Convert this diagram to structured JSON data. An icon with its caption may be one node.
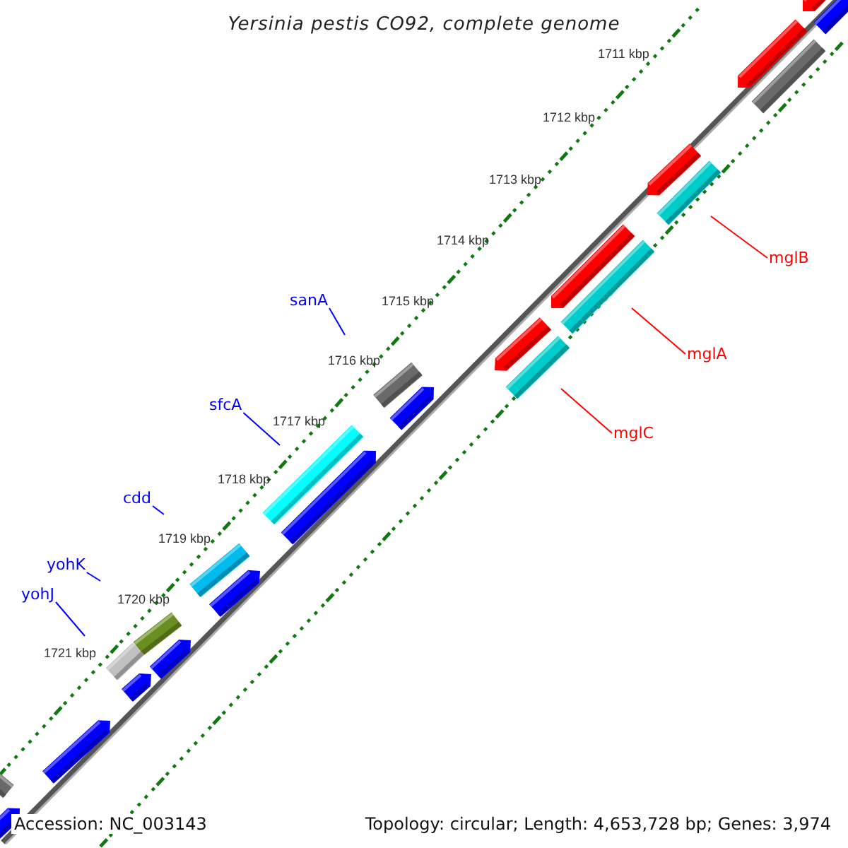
{
  "diagram": {
    "title": "Yersinia pestis CO92, complete genome",
    "nodes": [
      {
        "text": [
          "sanA"
        ]
      },
      {
        "text": [
          "sfcA"
        ]
      },
      {
        "text": [
          "cdd"
        ]
      },
      {
        "text": [
          "yohK"
        ]
      },
      {
        "text": [
          "yohJ"
        ]
      },
      {
        "text": [
          "mglB"
        ]
      },
      {
        "text": [
          "mglA"
        ]
      },
      {
        "text": [
          "mglC"
        ]
      }
    ],
    "edges": [
      {
        "from": 0,
        "to": null,
        "arrow": "none"
      },
      {
        "from": 1,
        "to": null,
        "arrow": "none"
      },
      {
        "from": 2,
        "to": null,
        "arrow": "none"
      },
      {
        "from": 3,
        "to": null,
        "arrow": "none"
      },
      {
        "from": 4,
        "to": null,
        "arrow": "none"
      },
      {
        "from": 5,
        "to": null,
        "arrow": "none",
        "color": "#ff0000"
      },
      {
        "from": 6,
        "to": null,
        "arrow": "none",
        "color": "#ff0000"
      },
      {
        "from": 7,
        "to": null,
        "arrow": "none",
        "color": "#ff0000"
      }
    ],
    "labels": [
      "1711 kbp",
      "1712 kbp",
      "1713 kbp",
      "1714 kbp",
      "1715 kbp",
      "1716 kbp",
      "1717 kbp",
      "1718 kbp",
      "1719 kbp",
      "1720 kbp",
      "1721 kbp",
      "Accession: NC_003143",
      "Topology: circular; Length: 4,653,728 bp; Genes: 3,974"
    ]
  }
}
